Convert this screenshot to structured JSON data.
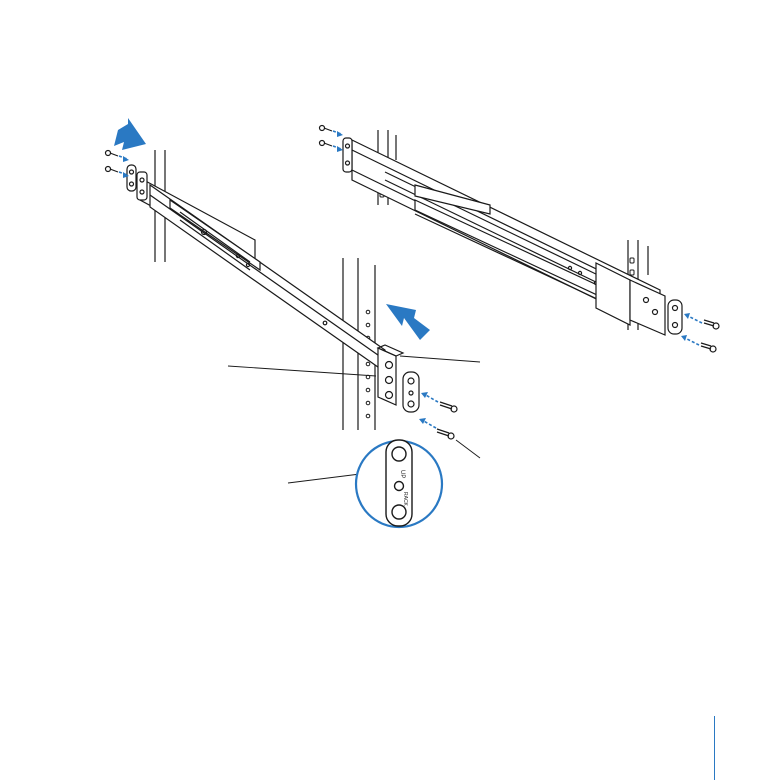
{
  "figure": {
    "kind": "rack-rail-installation-illustration",
    "callout_labels": [],
    "detail_view_text": [
      "UP",
      "RACK"
    ],
    "colors": {
      "line_art": "#1a1a1a",
      "arrow_fill": "#2a79c3",
      "guide_dash": "#2a79c3",
      "callout_circle": "#2a79c3",
      "margin_rule": "#2a79c3"
    }
  }
}
